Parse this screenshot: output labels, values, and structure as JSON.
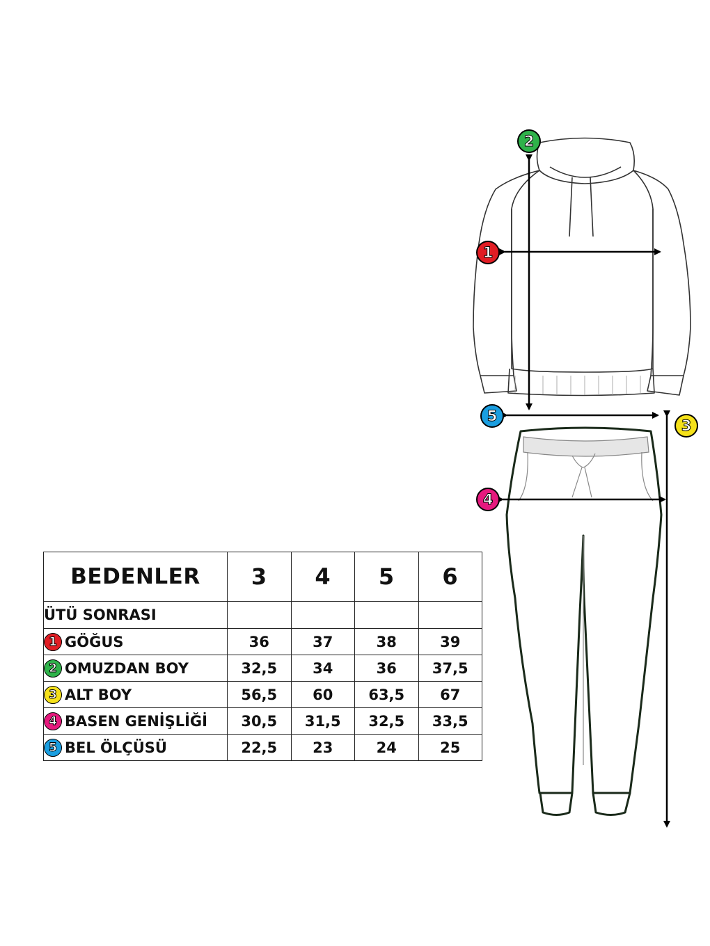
{
  "table": {
    "header_label": "BEDENLER",
    "sizes": [
      "3",
      "4",
      "5",
      "6"
    ],
    "subheader_label": "ÜTÜ SONRASI",
    "rows": [
      {
        "num": "1",
        "label": "GÖĞUS",
        "values": [
          "36",
          "37",
          "38",
          "39"
        ]
      },
      {
        "num": "2",
        "label": "OMUZDAN BOY",
        "values": [
          "32,5",
          "34",
          "36",
          "37,5"
        ]
      },
      {
        "num": "3",
        "label": "ALT BOY",
        "values": [
          "56,5",
          "60",
          "63,5",
          "67"
        ]
      },
      {
        "num": "4",
        "label": "BASEN GENİŞLİĞİ",
        "values": [
          "30,5",
          "31,5",
          "32,5",
          "33,5"
        ]
      },
      {
        "num": "5",
        "label": "BEL ÖLÇÜSÜ",
        "values": [
          "22,5",
          "23",
          "24",
          "25"
        ]
      }
    ]
  },
  "diagram": {
    "badges": [
      {
        "num": "1",
        "color": "#e11d24"
      },
      {
        "num": "2",
        "color": "#2fb24a"
      },
      {
        "num": "3",
        "color": "#f5e11a"
      },
      {
        "num": "4",
        "color": "#e6197e"
      },
      {
        "num": "5",
        "color": "#1a9ee0"
      }
    ]
  }
}
